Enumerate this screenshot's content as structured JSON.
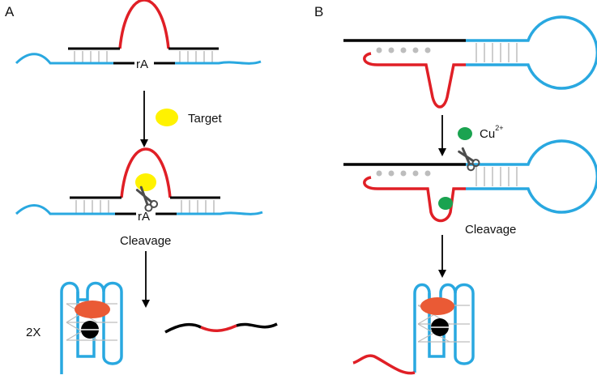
{
  "panels": {
    "a": {
      "letter": "A",
      "ribonucleotide_label": "rA",
      "target_label": "Target",
      "cleavage_label": "Cleavage",
      "multiplier_label": "2X"
    },
    "b": {
      "letter": "B",
      "ion_label": "Cu",
      "ion_charge": "2+",
      "cleavage_label": "Cleavage"
    }
  },
  "colors": {
    "substrate_strand": "#29a8e0",
    "enzyme_loop": "#e01f26",
    "dna_strand": "#000000",
    "target": "#fff200",
    "copper_ion": "#1aa350",
    "hemin": "#ea5a35",
    "base_pairs": "#bdbdbd",
    "scissors": "#4d4d4d"
  },
  "icons": [
    "scissors-icon",
    "target-molecule-icon",
    "copper-ion-icon",
    "hemin-icon",
    "arrow-down-icon"
  ]
}
